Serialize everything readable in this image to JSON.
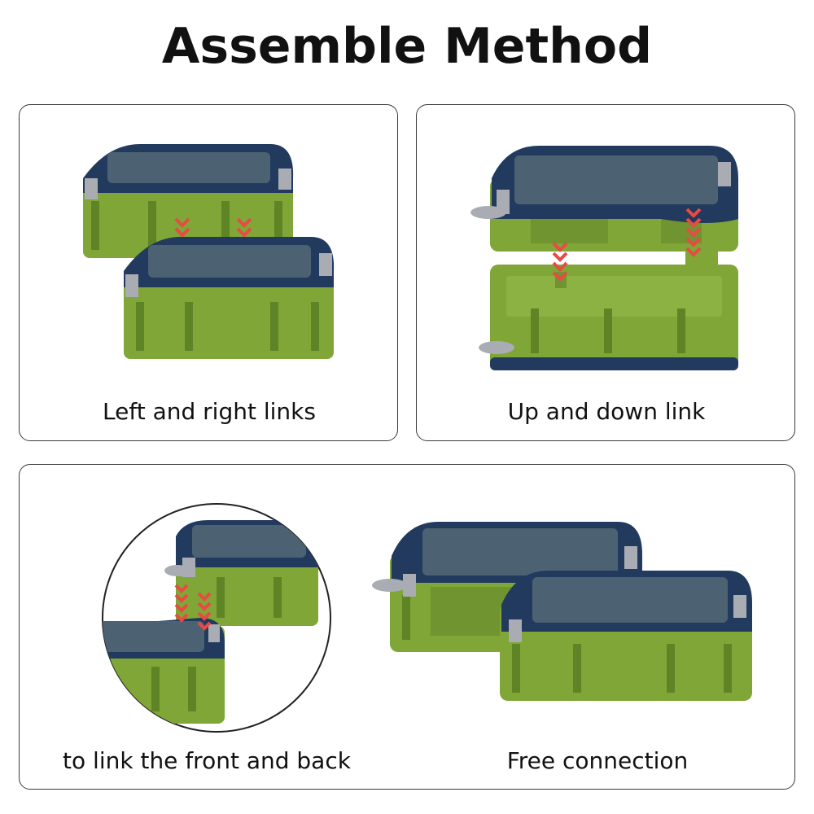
{
  "title": "Assemble Method",
  "panels": [
    {
      "caption": "Left and right links"
    },
    {
      "caption": "Up and down link"
    },
    {
      "caption": "to link the front and back"
    },
    {
      "caption": "Free connection"
    }
  ],
  "colors": {
    "box_green": "#7fa637",
    "box_green_dark": "#5f8426",
    "lid_navy": "#223a5e",
    "lid_window": "#4c6272",
    "clip_gray": "#a9adb3",
    "arrow_red": "#e84a44"
  }
}
